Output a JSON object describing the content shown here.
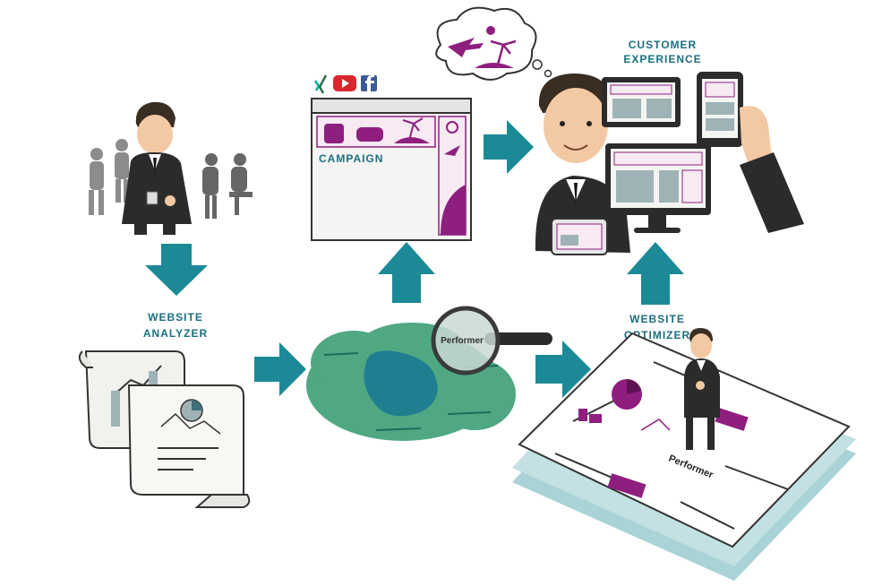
{
  "labels": {
    "website_analyzer": [
      "WEBSITE",
      "ANALYZER"
    ],
    "campaign": "CAMPAIGN",
    "customer_experience": [
      "CUSTOMER",
      "EXPERIENCE"
    ],
    "website_optimizer": [
      "WEBSITE",
      "OPTIMIZER"
    ],
    "performer_lens": "Performer",
    "performer_board": "Performer"
  },
  "social_icons": [
    "xing-icon",
    "youtube-icon",
    "facebook-icon"
  ],
  "colors": {
    "teal": "#1b8a96",
    "label_teal": "#1b6f80",
    "purple": "#8e1f7f",
    "green_cloud": "#4fa882",
    "dark_suit": "#2b2b2b"
  }
}
